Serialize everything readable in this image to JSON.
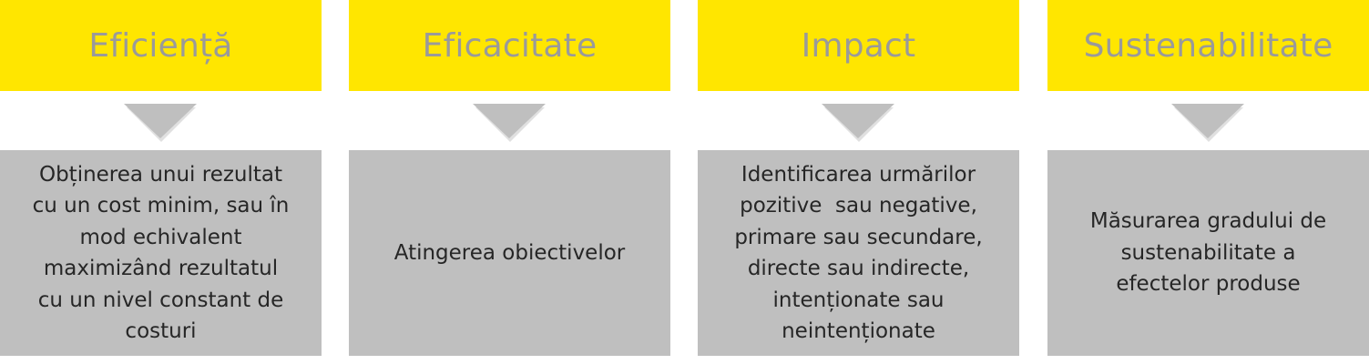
{
  "colors": {
    "header_bg": "#ffe600",
    "header_text": "#9a9a9a",
    "body_bg": "#bfbfbf",
    "body_text": "#262626",
    "arrow": "#bfbfbf"
  },
  "columns": [
    {
      "title": "Eficiență",
      "lines": [
        "Obținerea unui rezultat",
        "cu un cost minim, sau în",
        "mod echivalent",
        "maximizând rezultatul",
        "cu un nivel constant de",
        "costuri"
      ]
    },
    {
      "title": "Eficacitate",
      "lines": [
        "Atingerea obiectivelor"
      ]
    },
    {
      "title": "Impact",
      "lines": [
        "Identificarea urmărilor",
        "pozitive  sau negative,",
        "primare sau secundare,",
        "directe sau indirecte,",
        "intenționate sau",
        "neintenționate"
      ]
    },
    {
      "title": "Sustenabilitate",
      "lines": [
        "Măsurarea gradului de",
        "sustenabilitate a",
        "efectelor produse"
      ]
    }
  ]
}
